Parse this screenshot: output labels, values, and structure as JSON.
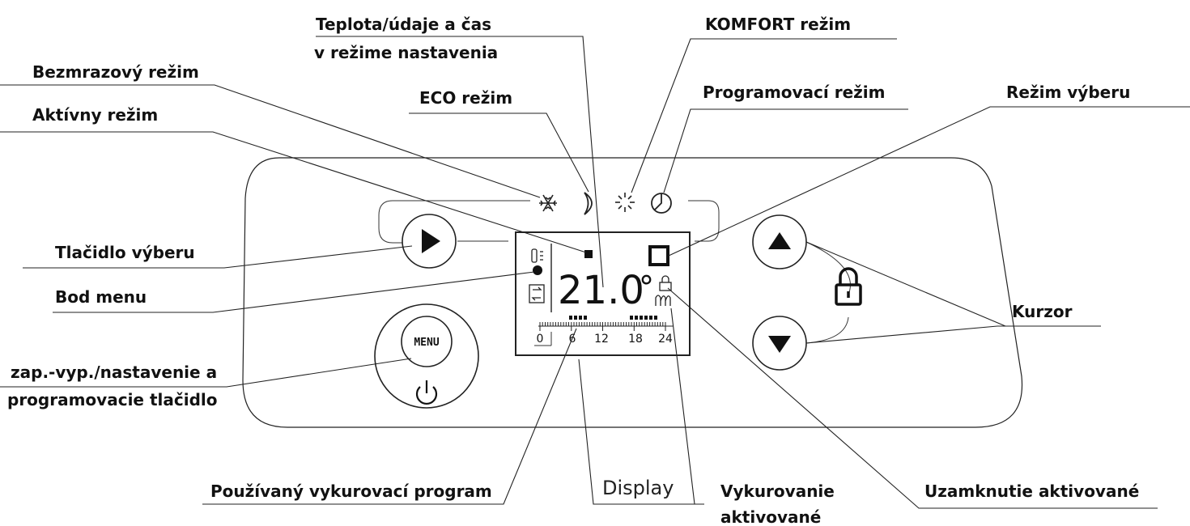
{
  "labels": {
    "teplota_line1": "Teplota/údaje a čas",
    "teplota_line2": "v režime nastavenia",
    "komfort": "KOMFORT režim",
    "bezmrazovy": "Bezmrazový režim",
    "eco": "ECO režim",
    "programovaci": "Programovací režim",
    "rezim_vyberu": "Režim výberu",
    "aktivny": "Aktívny režim",
    "tlacidlo_vyberu": "Tlačidlo výberu",
    "bod_menu": "Bod menu",
    "kurzor": "Kurzor",
    "zap_line1": "zap.-vyp./nastavenie a",
    "zap_line2": "programovacie tlačidlo",
    "pouzivany": "Používaný vykurovací program",
    "display": "Display",
    "vykurovanie_line1": "Vykurovanie",
    "vykurovanie_line2": "aktivované",
    "uzamknutie": "Uzamknutie aktivované"
  },
  "lcd": {
    "temperature": "21.0",
    "degree": "°",
    "scale": [
      "0",
      "6",
      "12",
      "18",
      "24"
    ]
  },
  "buttons": {
    "menu": "MENU"
  },
  "icons": [
    "snowflake-icon",
    "moon-icon",
    "sun-icon",
    "clock-icon",
    "play-icon",
    "power-icon",
    "lock-icon",
    "up-arrow-icon",
    "down-arrow-icon",
    "heating-coil-icon"
  ]
}
